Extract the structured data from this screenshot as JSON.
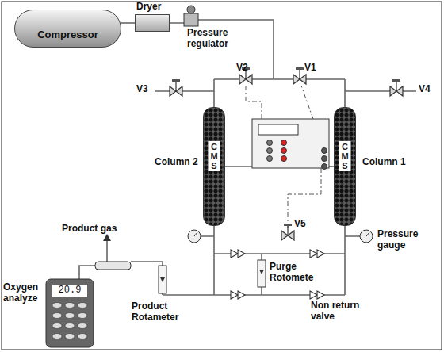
{
  "diagram": {
    "nodes": [
      {
        "text": [
          "Compressor"
        ]
      },
      {
        "text": [
          "Dryer"
        ]
      },
      {
        "text": [
          "Column 2",
          "C M S"
        ]
      },
      {
        "text": [
          "Column 1",
          "C M S"
        ]
      },
      {
        "text": [
          "Oxygen analyze",
          "20.9"
        ]
      }
    ],
    "edges": [
      {
        "from": 0,
        "to": 1,
        "arrow": "none"
      },
      {
        "from": 2,
        "to": 3,
        "arrow": "none"
      }
    ],
    "labels": [
      "Pressure regulator",
      "V2",
      "V1",
      "V3",
      "V4",
      "V5",
      "Pressure gauge",
      "Product gas",
      "Product Rotameter",
      "Purge Rotomete",
      "Non return valve"
    ]
  }
}
